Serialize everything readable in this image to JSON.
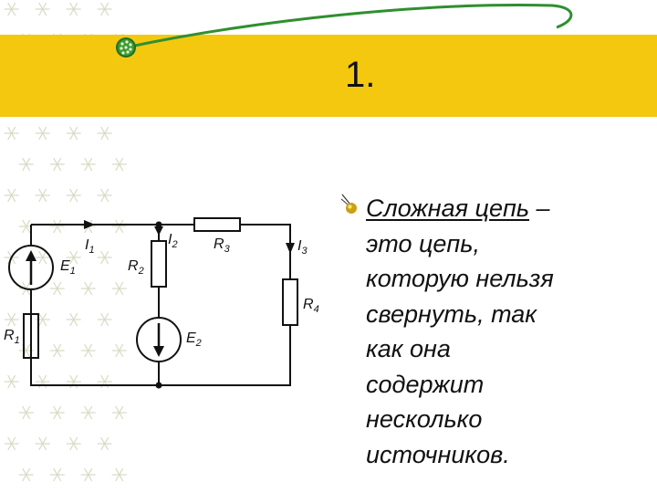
{
  "slide": {
    "number": "1.",
    "term": "Сложная цепь",
    "dash": " –",
    "lines": [
      "это цепь,",
      "которую нельзя",
      "свернуть, так",
      "как она",
      "содержит",
      "несколько",
      "источников."
    ]
  },
  "circuit": {
    "currents": [
      {
        "symbol": "I",
        "index": "1"
      },
      {
        "symbol": "I",
        "index": "2"
      },
      {
        "symbol": "I",
        "index": "3"
      }
    ],
    "sources": [
      {
        "symbol": "E",
        "index": "1"
      },
      {
        "symbol": "E",
        "index": "2"
      }
    ],
    "resistors": [
      {
        "symbol": "R",
        "index": "1"
      },
      {
        "symbol": "R",
        "index": "2"
      },
      {
        "symbol": "R",
        "index": "3"
      },
      {
        "symbol": "R",
        "index": "4"
      }
    ]
  },
  "theme": {
    "band_color": "#f4c80e",
    "swoosh_color": "#2f8f2f",
    "texture_color": "#dcdcc8"
  },
  "icons": {
    "swoosh_head": "green-dotted-ball-icon",
    "bullet": "gold-bead-bullet-icon"
  }
}
